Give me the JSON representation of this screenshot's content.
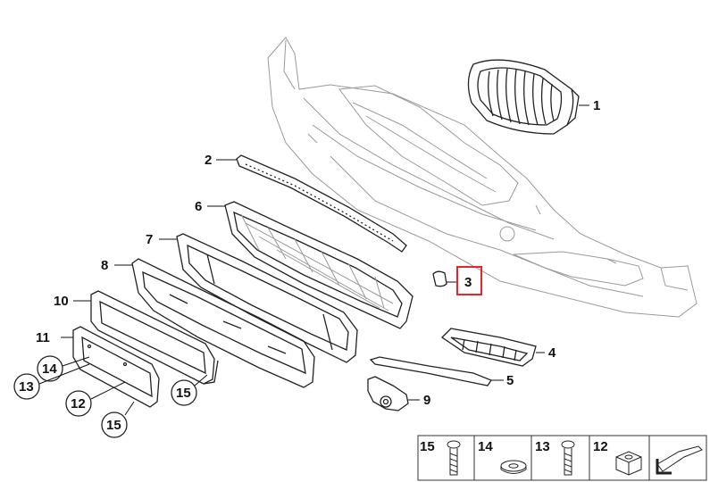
{
  "diagram": {
    "callouts": {
      "c1": "1",
      "c2": "2",
      "c3": "3",
      "c4": "4",
      "c5": "5",
      "c6": "6",
      "c7": "7",
      "c8": "8",
      "c9": "9",
      "c10": "10",
      "c11": "11",
      "c12": "12",
      "c13": "13",
      "c14": "14",
      "c15a": "15",
      "c15b": "15"
    },
    "highlighted_callout": "3",
    "highlight_color": "#e8252b"
  },
  "legend": {
    "items": [
      {
        "number": "15",
        "icon": "screw-icon"
      },
      {
        "number": "14",
        "icon": "washer-icon"
      },
      {
        "number": "13",
        "icon": "screw-icon"
      },
      {
        "number": "12",
        "icon": "nut-icon"
      }
    ],
    "arrow_icon": "arrow-icon"
  }
}
